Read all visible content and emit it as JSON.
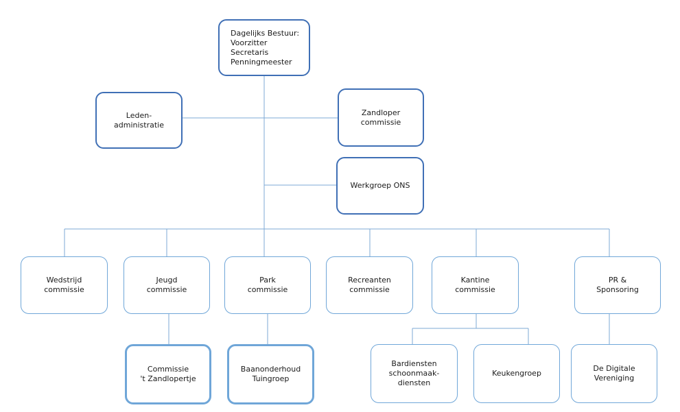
{
  "nodes": {
    "bestuur": [
      "Dagelijks Bestuur:",
      "Voorzitter",
      "Secretaris",
      "Penningmeester"
    ],
    "leden": [
      "Leden-",
      "administratie"
    ],
    "zandloper": [
      "Zandloper",
      "commissie"
    ],
    "ons": [
      "Werkgroep ONS"
    ],
    "wedstrijd": [
      "Wedstrijd",
      "commissie"
    ],
    "jeugd": [
      "Jeugd",
      "commissie"
    ],
    "park": [
      "Park",
      "commissie"
    ],
    "recreanten": [
      "Recreanten",
      "commissie"
    ],
    "kantine": [
      "Kantine",
      "commissie"
    ],
    "pr": [
      "PR &",
      "Sponsoring"
    ],
    "zandlopertje": [
      "Commissie",
      "'t Zandlopertje"
    ],
    "baan": [
      "Baanonderhoud",
      "Tuingroep"
    ],
    "bardiensten": [
      "Bardiensten",
      "schoonmaak-",
      "diensten"
    ],
    "keuken": [
      "Keukengroep"
    ],
    "digitale": [
      "De Digitale",
      "Vereniging"
    ]
  },
  "colors": {
    "dark_border": "#3f6fb5",
    "light_border": "#6fa6d8",
    "connector": "#7ea9d6"
  }
}
